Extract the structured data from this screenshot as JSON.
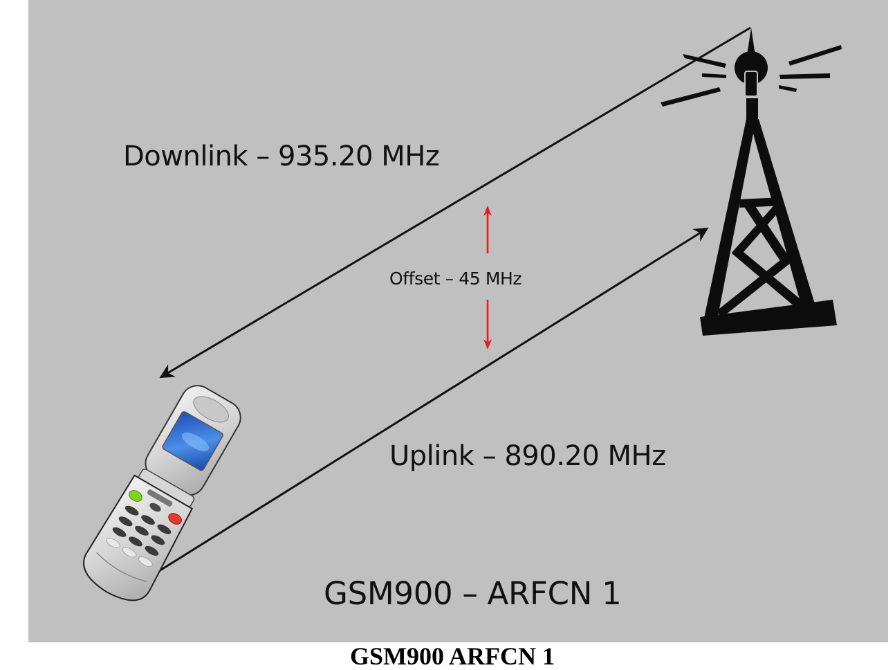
{
  "diagram": {
    "background_color": "#c0c0c0",
    "labels": {
      "downlink": "Downlink – 935.20 MHz",
      "uplink": "Uplink – 890.20 MHz",
      "offset": "Offset – 45 MHz",
      "band": "GSM900 – ARFCN 1"
    },
    "colors": {
      "link_line": "#111111",
      "offset_arrow": "#e02020",
      "screen": "#2a6fd6",
      "call_key": "#7ed321",
      "end_key": "#e23b2e"
    },
    "icons": {
      "tower": "cell-tower-icon",
      "phone": "flip-phone-icon"
    },
    "links": [
      {
        "name": "downlink",
        "from": "tower",
        "to": "phone"
      },
      {
        "name": "uplink",
        "from": "phone",
        "to": "tower"
      }
    ]
  },
  "caption": {
    "text": "GSM900 ARFCN 1"
  }
}
